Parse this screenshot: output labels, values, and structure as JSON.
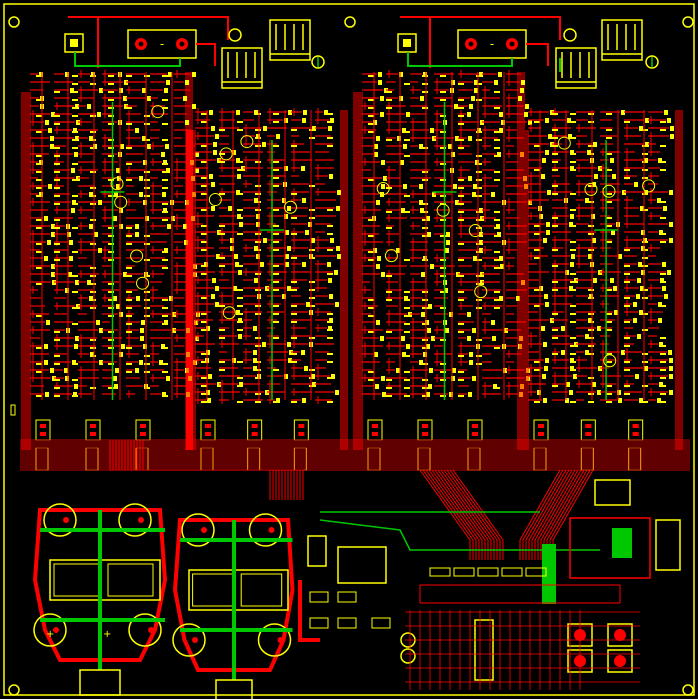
{
  "board": {
    "background": "#000000",
    "colors": {
      "outline": "#ffff00",
      "silk": "#ffff00",
      "top_copper": "#ff0000",
      "bottom_copper": "#00c800",
      "hole": "#000000"
    },
    "labels": {
      "connector_left_minus": "-",
      "connector_right_minus": "-",
      "supply_plus_a": "+",
      "supply_plus_b": "+"
    }
  },
  "modules": [
    {
      "id": "module-1"
    },
    {
      "id": "module-2"
    },
    {
      "id": "module-3"
    },
    {
      "id": "module-4"
    }
  ]
}
